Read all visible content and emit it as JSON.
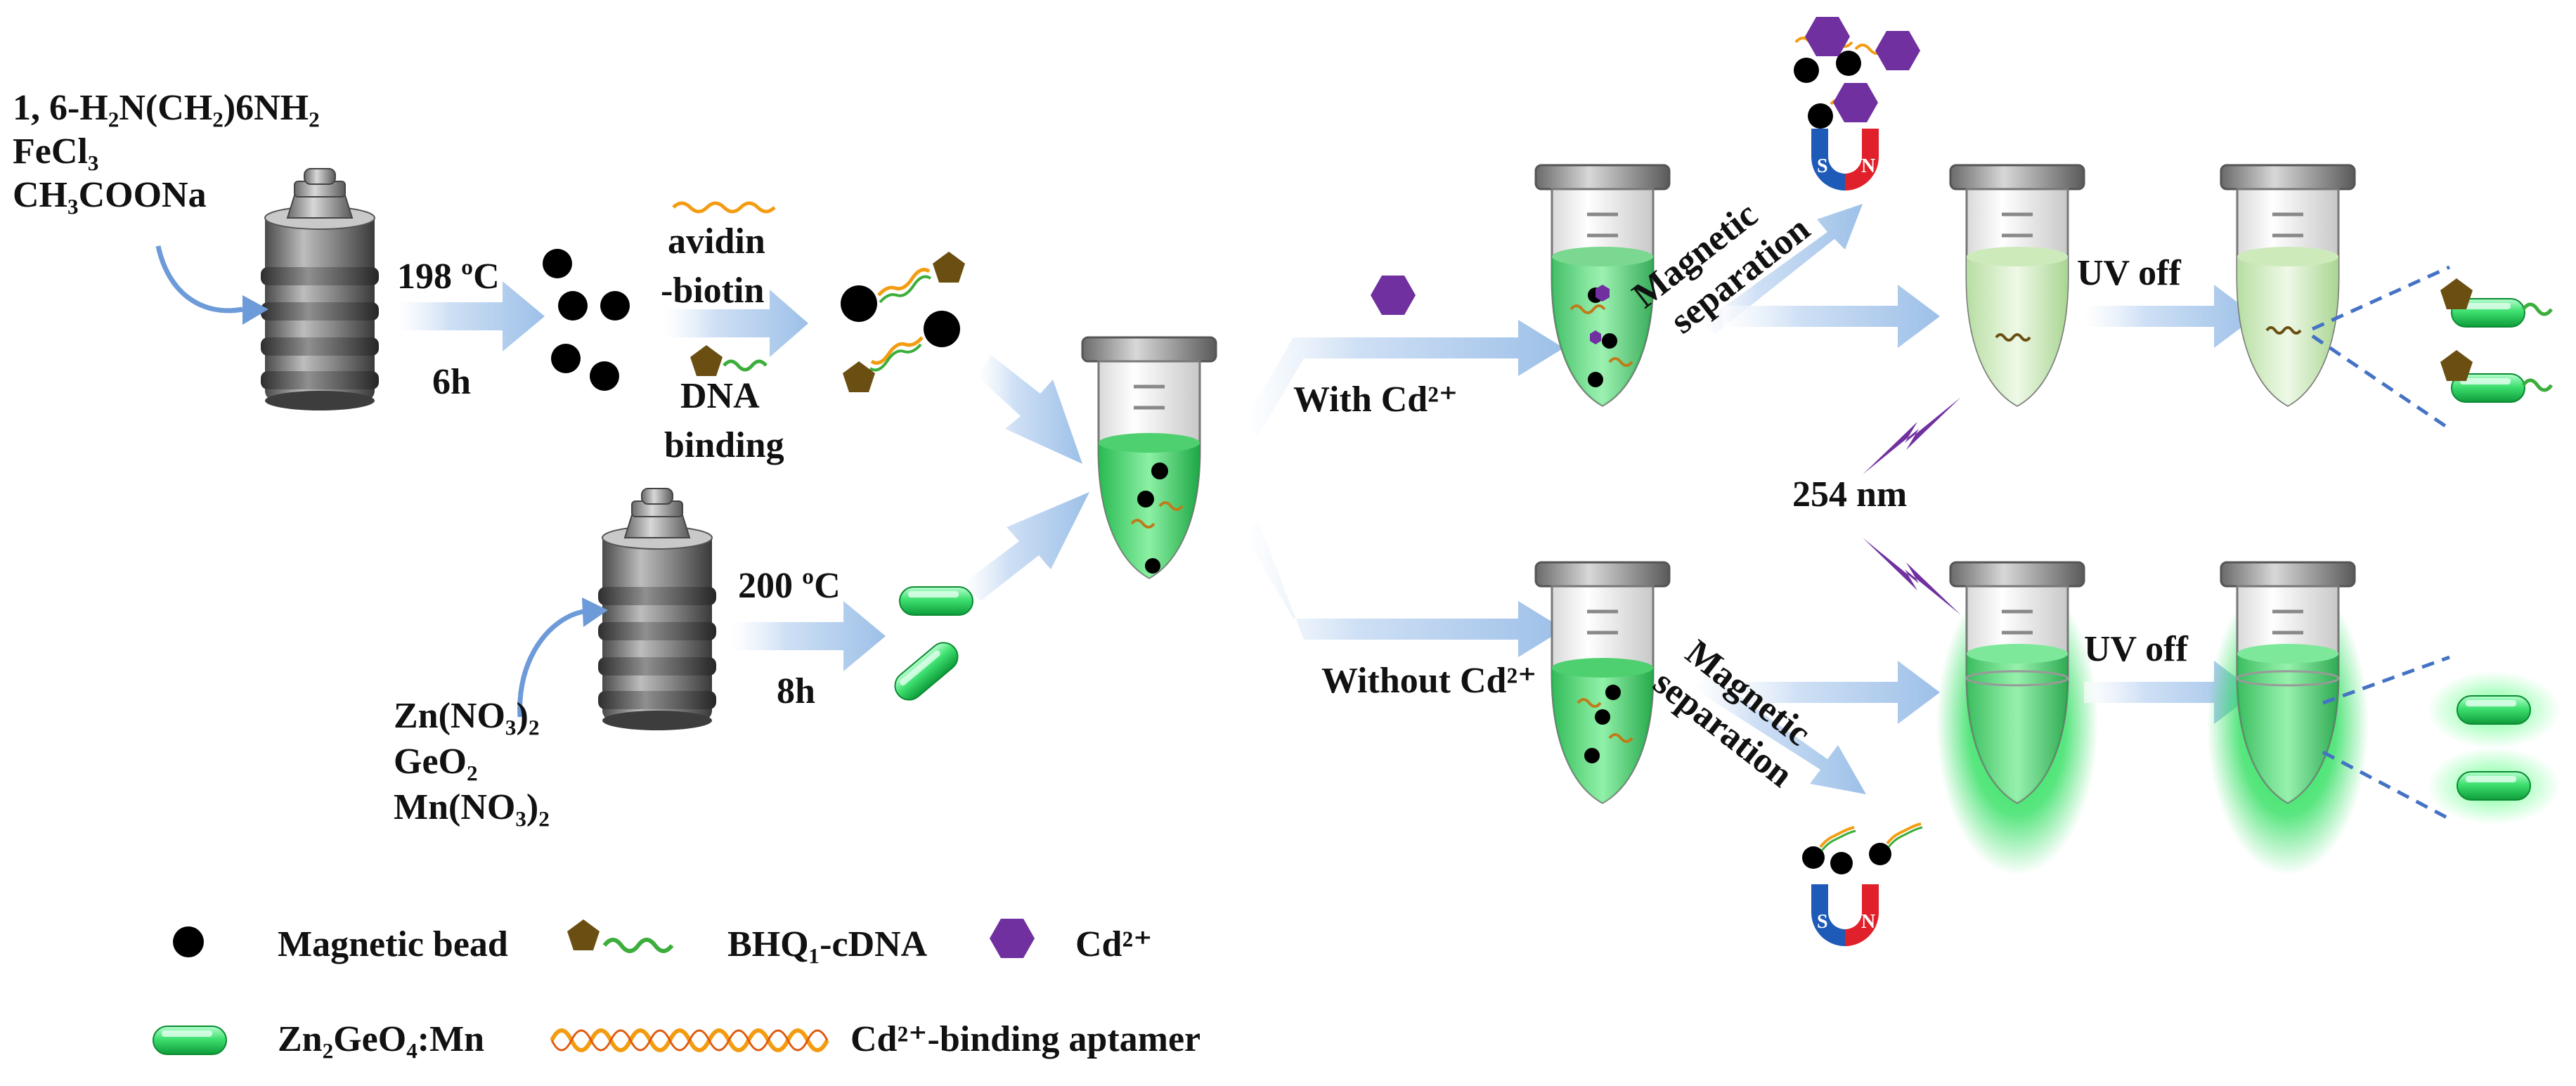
{
  "reagents_top": {
    "line1": "1, 6-H₂N(CH₂)6NH₂",
    "line2": "FeCl₃",
    "line3": "CH₃COONa"
  },
  "reagents_bottom": {
    "line1": "Zn(NO₃)₂",
    "line2": "GeO₂",
    "line3": "Mn(NO₃)₂"
  },
  "conditions": {
    "top_temp": "198 ºC",
    "top_time": "6h",
    "bottom_temp": "200 ºC",
    "bottom_time": "8h"
  },
  "binding": {
    "avidin": "avidin",
    "biotin": "-biotin",
    "dna": "DNA",
    "dna_binding": "binding"
  },
  "branches": {
    "with": "With Cd²⁺",
    "without": "Without Cd²⁺",
    "magnetic": "Magnetic",
    "separation": "separation",
    "uv_off": "UV off",
    "uv_wavelength": "254 nm",
    "magnet_s": "S",
    "magnet_n": "N"
  },
  "legend": {
    "bead": "Magnetic bead",
    "bhq": "BHQ₁-cDNA",
    "cd": "Cd²⁺",
    "zgo": "Zn₂GeO₄:Mn",
    "aptamer": "Cd²⁺-binding aptamer"
  },
  "colors": {
    "bead": "#000000",
    "cd": "#7030a0",
    "bhq": "#6b4f12",
    "phosphor": "#22dd66",
    "arrow": "#a9c7ea",
    "magnet_blue": "#1e5bb8",
    "magnet_red": "#e0202a",
    "dash": "#4472c4"
  }
}
